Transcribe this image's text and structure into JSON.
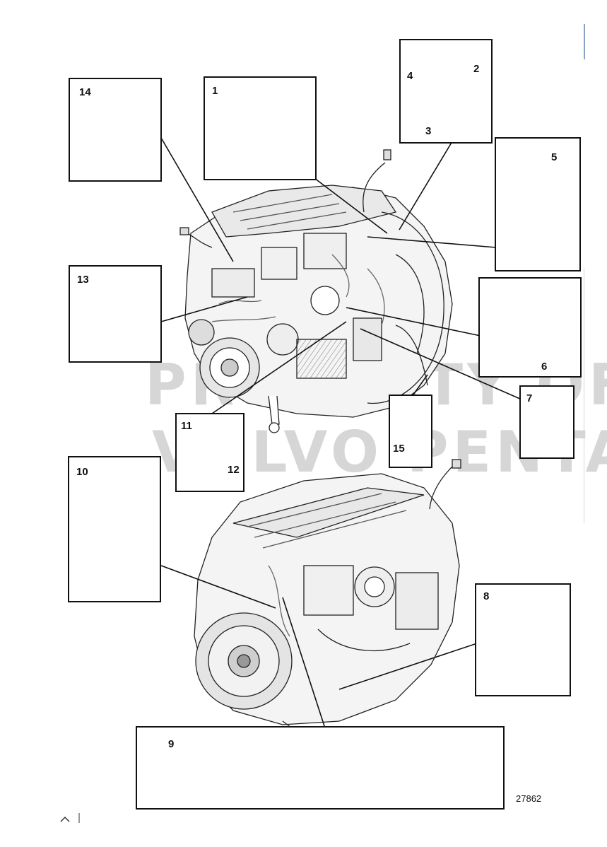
{
  "watermark": {
    "line1": "PROPERTY OF",
    "line2": "VOLVO PENTA"
  },
  "drawing_number": "27862",
  "callouts": {
    "c1": "1",
    "c2": "2",
    "c3": "3",
    "c4": "4",
    "c5": "5",
    "c6": "6",
    "c7": "7",
    "c8": "8",
    "c9": "9",
    "c10": "10",
    "c11": "11",
    "c12": "12",
    "c13": "13",
    "c14": "14",
    "c15": "15"
  }
}
